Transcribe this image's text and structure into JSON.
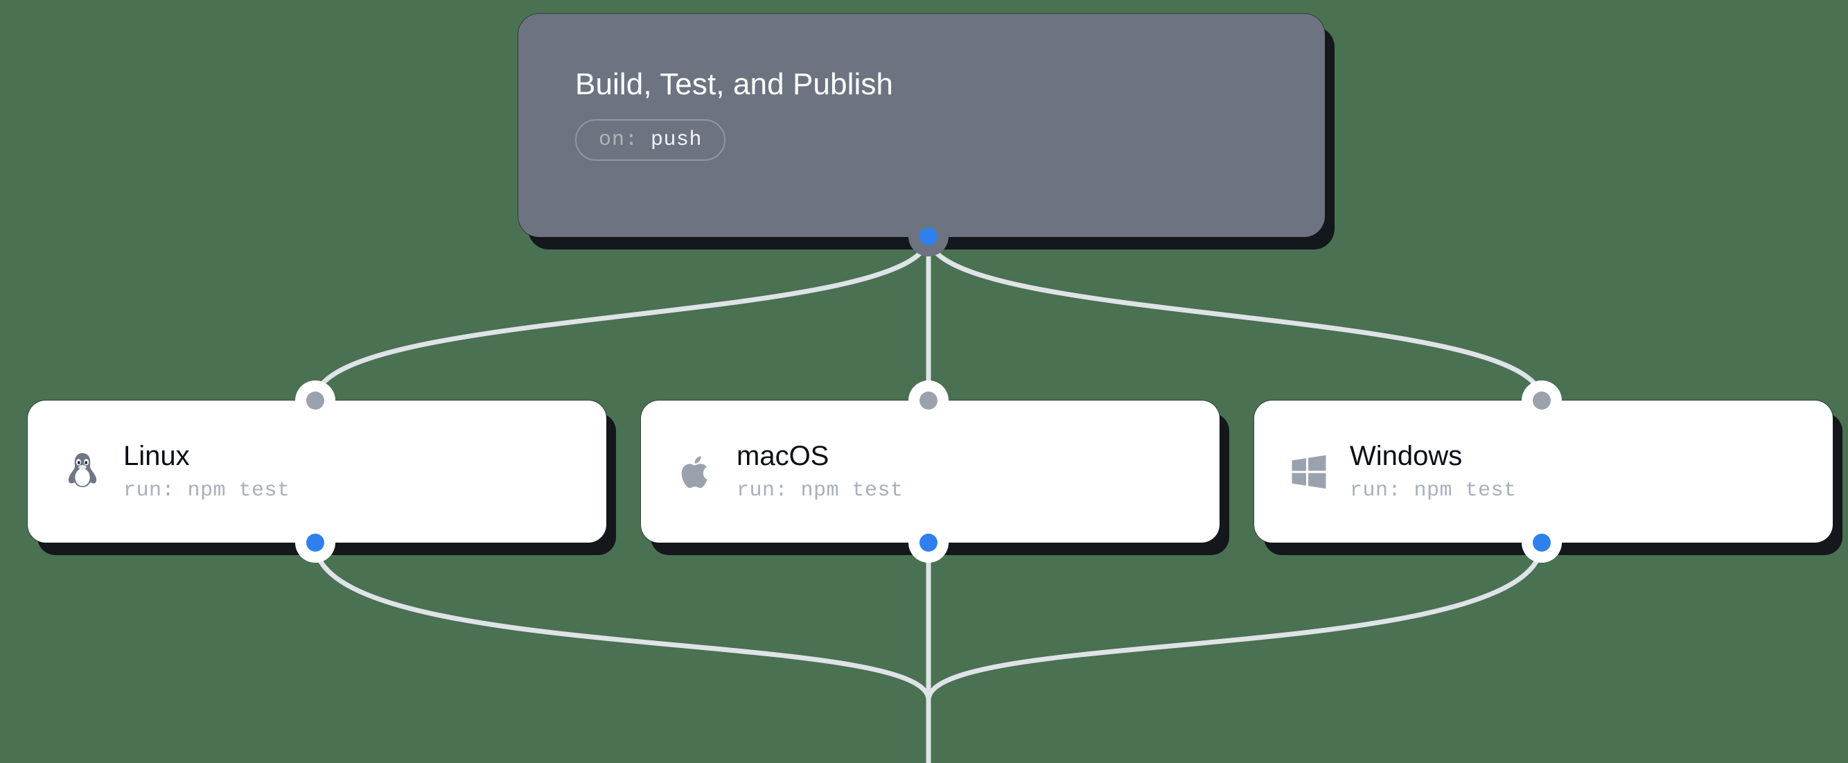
{
  "background_color": "#4a7152",
  "accent_color": "#2f80ed",
  "handle_color": "#9aa2ad",
  "edge_color": "#dfe3e8",
  "trigger": {
    "title": "Build, Test, and Publish",
    "badge_key": "on:",
    "badge_value": "push",
    "card_color": "#6d7380",
    "source_handle": "source-handle"
  },
  "jobs": [
    {
      "id": "linux",
      "icon": "linux-penguin-icon",
      "title": "Linux",
      "run": "run: npm test"
    },
    {
      "id": "macos",
      "icon": "apple-icon",
      "title": "macOS",
      "run": "run: npm test"
    },
    {
      "id": "windows",
      "icon": "windows-icon",
      "title": "Windows",
      "run": "run: npm test"
    }
  ]
}
